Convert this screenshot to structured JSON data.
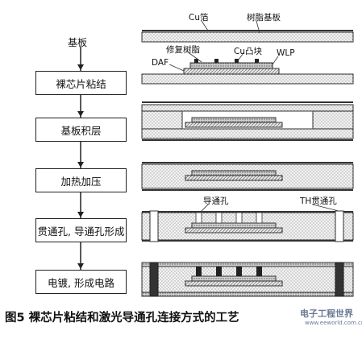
{
  "flow": {
    "start_label": "基板",
    "steps": [
      "裸芯片粘结",
      "基板积层",
      "加热加压",
      "贯通孔, 导通孔形成",
      "电镀, 形成电路"
    ]
  },
  "labels": {
    "cu_foil": "Cu箔",
    "resin_substrate": "树脂基板",
    "repair_resin": "修复树脂",
    "cu_bump": "Cu凸块",
    "daf": "DAF",
    "wlp": "WLP",
    "via": "导通孔",
    "th_via": "TH贯通孔"
  },
  "caption": "图5 裸芯片粘结和激光导通孔连接方式的工艺",
  "watermark": {
    "logo": "电子工程世界",
    "url": "www.eeworld.com.cn"
  }
}
